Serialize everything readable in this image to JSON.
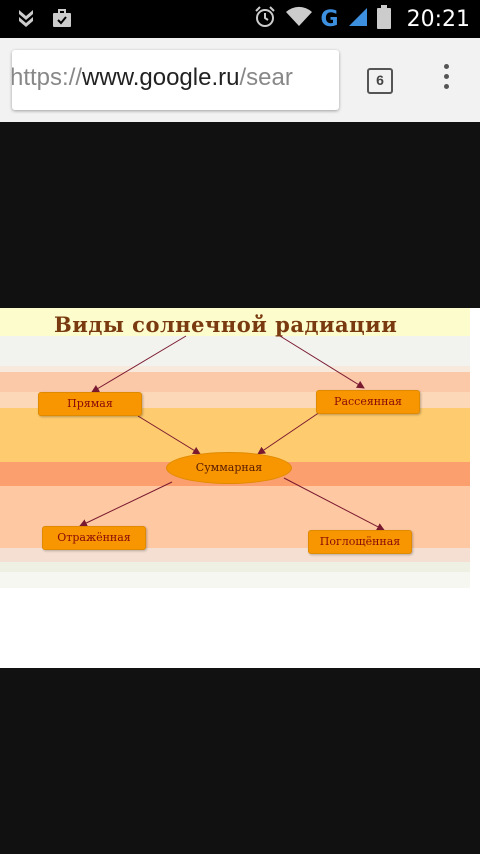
{
  "status_bar": {
    "time": "20:21",
    "network": "G",
    "icons": [
      "download-icon",
      "briefcase-icon",
      "alarm-icon",
      "wifi-icon",
      "signal-icon",
      "battery-icon"
    ]
  },
  "browser": {
    "url_scheme": "https://",
    "url_host": "www.google.ru",
    "url_path": "/sear",
    "tab_count": "6",
    "menu_icon": "overflow-menu-icon"
  },
  "diagram": {
    "title": "Виды   солнечной  радиации",
    "nodes": {
      "direct": "Прямая",
      "scattered": "Рассеянная",
      "total": "Суммарная",
      "reflected": "Отражённая",
      "absorbed": "Поглощённая"
    },
    "colors": {
      "box_fill": "#f79600",
      "label_text": "#8b0a0a",
      "arrow": "#7a1a30",
      "title": "#7a3a10"
    }
  }
}
